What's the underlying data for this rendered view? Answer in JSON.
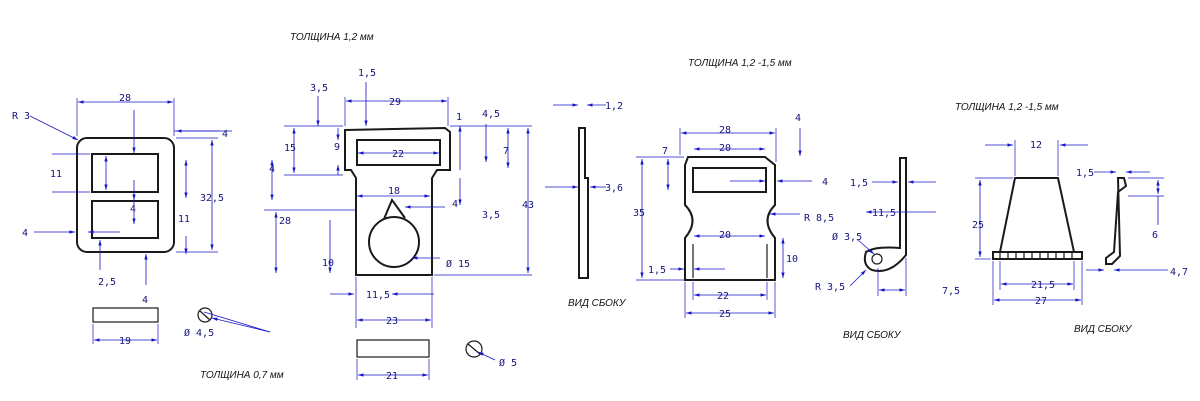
{
  "notes": {
    "t1": "ТОЛЩИНА 1,2 мм",
    "t2": "ТОЛЩИНА 1,2 -1,5 мм",
    "t3": "ТОЛЩИНА 1,2 -1,5 мм",
    "t4": "ТОЛЩИНА 0,7 мм",
    "side1": "ВИД СБОКУ",
    "side2": "ВИД СБОКУ",
    "side3": "ВИД СБОКУ"
  },
  "frame": {
    "r3": "R 3",
    "w28": "28",
    "d4a": "4",
    "d11a": "11",
    "d4b": "4",
    "h32": "32,5",
    "d11b": "11",
    "d4c": "4",
    "d25": "2,5",
    "d4d": "4",
    "w19": "19",
    "d45": "Ø 4,5"
  },
  "buckle": {
    "d15": "1,5",
    "d35": "3,5",
    "w29": "29",
    "d1": "1",
    "d45": "4,5",
    "h15": "15",
    "d9": "9",
    "w22": "22",
    "d7": "7",
    "d4": "4",
    "w18": "18",
    "d4b": "4",
    "d35b": "3,5",
    "h28": "28",
    "h43": "43",
    "h10": "10",
    "dia15": "Ø 15",
    "w115": "11,5",
    "w23": "23",
    "w21": "21",
    "d5": "Ø 5"
  },
  "side1": {
    "d12": "1,2",
    "d36": "3,6"
  },
  "plate": {
    "w28": "28",
    "w20a": "20",
    "d4": "4",
    "d7": "7",
    "d4b": "4",
    "h35": "35",
    "r85": "R 8,5",
    "w20b": "20",
    "h10": "10",
    "d15": "1,5",
    "w22": "22",
    "w25": "25"
  },
  "side2": {
    "d15": "1,5",
    "d115": "11,5",
    "dia35": "Ø 3,5",
    "r35": "R 3,5",
    "d75": "7,5"
  },
  "trap": {
    "w12": "12",
    "h25": "25",
    "w215": "21,5",
    "w27": "27"
  },
  "side3": {
    "d15": "1,5",
    "d6": "6",
    "d47": "4,7"
  }
}
